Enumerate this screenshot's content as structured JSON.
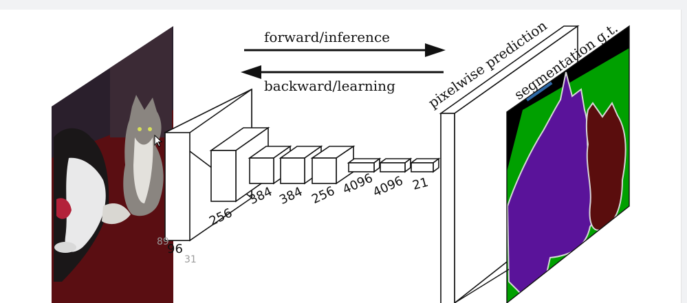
{
  "arrows": {
    "forward": "forward/inference",
    "backward": "backward/learning"
  },
  "layers": [
    "96",
    "256",
    "384",
    "384",
    "256",
    "4096",
    "4096",
    "21"
  ],
  "prediction_label": "pixelwise prediction",
  "groundtruth_label": "segmentation g.t.",
  "watermark_fragments": [
    "89",
    "31"
  ],
  "colors": {
    "background_class": "#00a000",
    "dog_class": "#5a139a",
    "cat_class": "#5a0d0d",
    "boundary": "#d8d8d8",
    "void_region": "#000000",
    "legend_box": "#2f6aa8"
  }
}
